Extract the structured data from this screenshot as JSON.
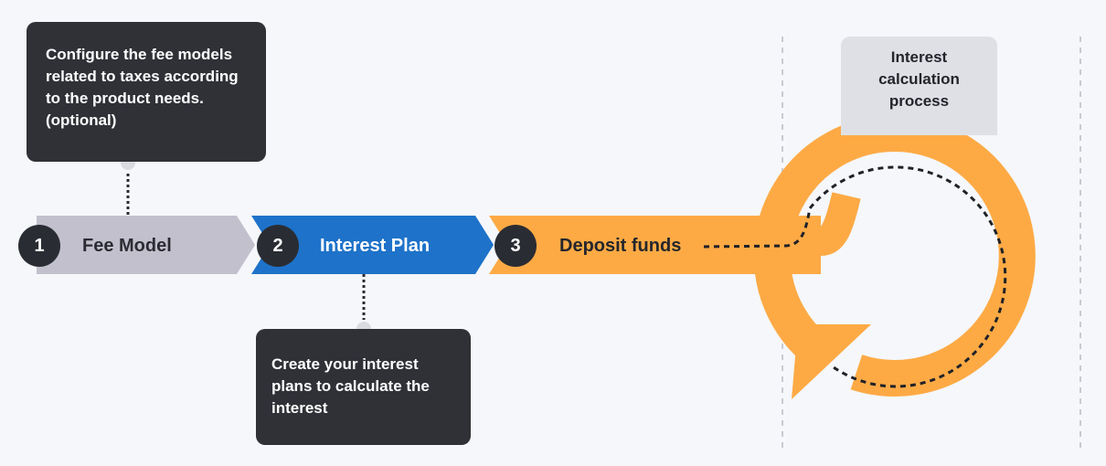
{
  "steps": [
    {
      "number": "1",
      "label": "Fee Model",
      "color": "#c2c0cd",
      "text_color": "#2b2c33"
    },
    {
      "number": "2",
      "label": "Interest Plan",
      "color": "#1e72c9",
      "text_color": "#ffffff"
    },
    {
      "number": "3",
      "label": "Deposit funds",
      "color": "#fdaa45",
      "text_color": "#24262c"
    }
  ],
  "tooltips": {
    "fee_model": "Configure the fee models related to taxes according to the product needs. (optional)",
    "interest_plan": "Create your interest plans to calculate the interest"
  },
  "process_label": "Interest calculation process",
  "colors": {
    "background": "#f5f7fa",
    "tooltip": "#2f3137",
    "process_box": "#dfe0e6",
    "loop": "#fdaa45"
  }
}
